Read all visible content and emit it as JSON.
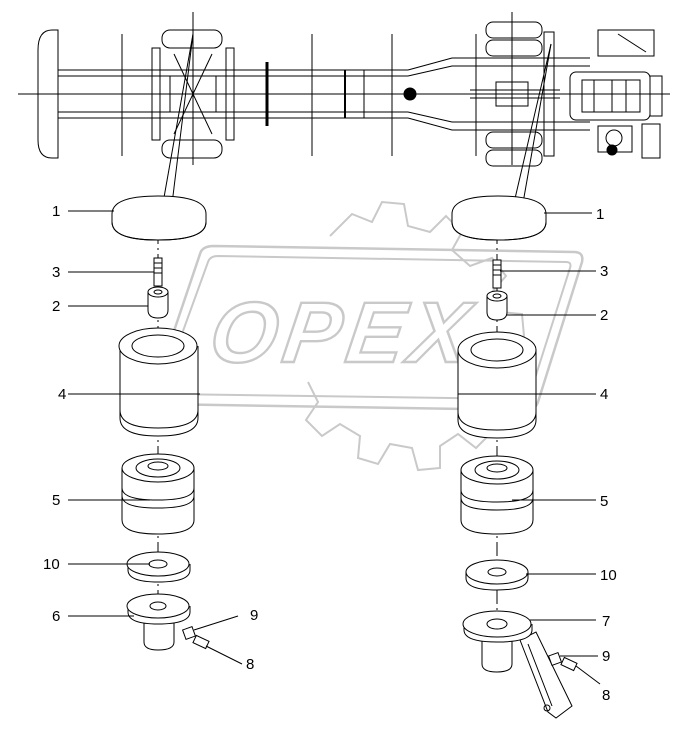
{
  "watermark": {
    "text": "OPEX"
  },
  "callouts": {
    "left_1": "1",
    "left_3": "3",
    "left_2": "2",
    "left_4": "4",
    "left_5": "5",
    "left_10": "10",
    "left_6": "6",
    "left_9": "9",
    "left_8": "8",
    "right_1": "1",
    "right_3": "3",
    "right_2": "2",
    "right_4": "4",
    "right_5": "5",
    "right_10": "10",
    "right_7": "7",
    "right_9": "9",
    "right_8": "8"
  },
  "colors": {
    "line": "#000000",
    "watermark": "#c9c9c9",
    "background": "#ffffff"
  }
}
